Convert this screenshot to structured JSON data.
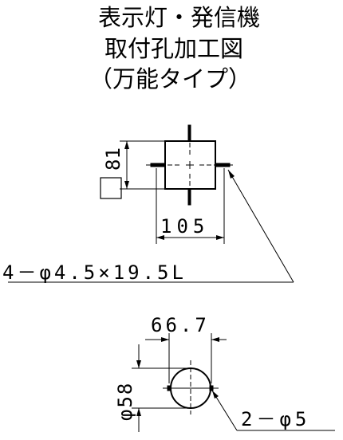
{
  "title": {
    "line1": "表示灯・発信機",
    "line2": "取付孔加工図",
    "line3": "（万能タイプ）"
  },
  "square_mount": {
    "height_label": "81",
    "width_label": "105",
    "hole_note": "4－φ4.5×19.5L"
  },
  "round_mount": {
    "width_label": "66.7",
    "height_label": "φ58",
    "hole_note": "2－φ5"
  }
}
